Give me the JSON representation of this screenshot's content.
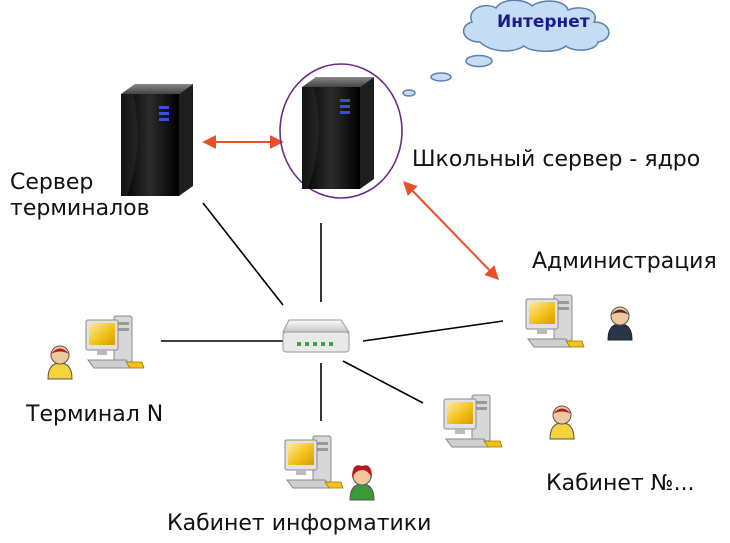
{
  "labels": {
    "internet": "Интернет",
    "terminal_server": "Сервер\nтерминалов",
    "school_server": "Школьный сервер - ядро",
    "administration": "Администрация",
    "terminal_n": "Терминал N",
    "cabinet_n": "Кабинет №...",
    "informatics_room": "Кабинет информатики"
  },
  "colors": {
    "arrow": "#e8502a",
    "link": "#000000",
    "ring": "#6a2a8a",
    "cloud_fill": "#c4dcf4",
    "cloud_stroke": "#5a7fb0",
    "server_body": "#121212",
    "monitor_screen": "#f2c21a",
    "person_red": "#b81818",
    "person_dark": "#2a3548"
  },
  "icons": [
    "server-icon",
    "switch-icon",
    "workstation-icon",
    "user-icon",
    "cloud-icon"
  ]
}
